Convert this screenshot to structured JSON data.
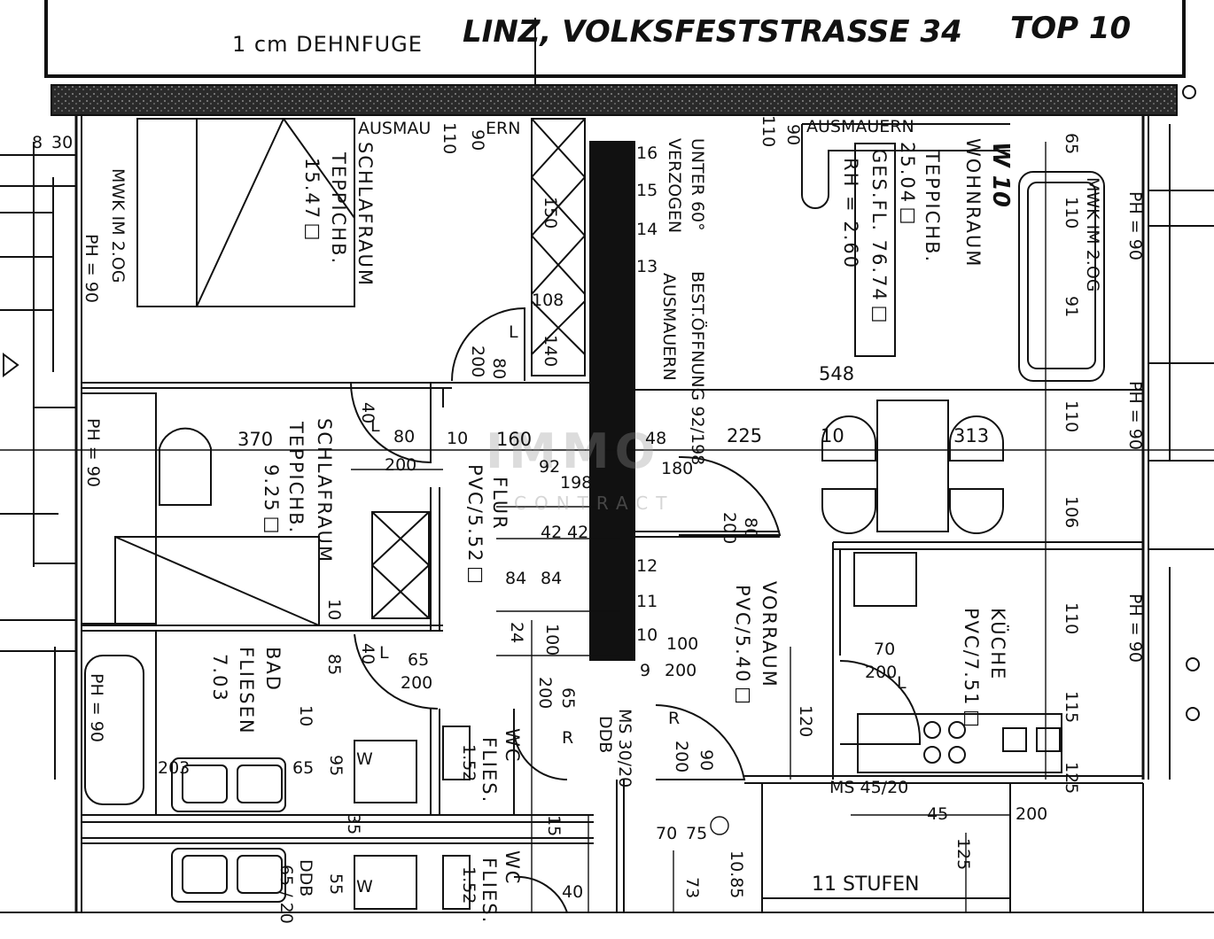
{
  "header": {
    "joint_label": "1 cm DEHNFUGE",
    "address": "LINZ, VOLKSFESTSTRASSE 34",
    "unit": "TOP 10"
  },
  "watermark": {
    "main": "IMMO",
    "sub": "CONTRACT"
  },
  "rooms": {
    "bedroom_large": {
      "name": "SCHLAFRAUM",
      "floor": "TEPPICHB.",
      "area": "15.47□"
    },
    "bedroom_small": {
      "name": "SCHLAFRAUM",
      "floor": "TEPPICHB.",
      "area": "9.25□"
    },
    "living": {
      "name": "WOHNRAUM",
      "floor": "TEPPICHB.",
      "area": "25.04□",
      "total": "GES.FL. 76.74□",
      "room_height": "RH = 2.60"
    },
    "hall": {
      "name": "FLUR",
      "floor": "PVC/5.52□"
    },
    "anteroom": {
      "name": "VORRAUM",
      "floor": "PVC/5.40□"
    },
    "kitchen": {
      "name": "KÜCHE",
      "floor": "PVC/7.51□"
    },
    "bath": {
      "name": "BAD",
      "floor": "FLIESEN",
      "area": "7.03"
    },
    "wc": {
      "name": "WC",
      "floor": "FLIES.",
      "area": "1.52"
    },
    "wc_lower": {
      "name": "WC",
      "floor": "FLIES.",
      "area": "1.52"
    }
  },
  "notes": {
    "wall_out_1": "AUSMAU",
    "wall_out_1b": "ERN",
    "wall_out_2": "AUSMAUERN",
    "wall_out_3": "AUSMAUERN",
    "w10": "W 10",
    "stair_note_1": "UNTER 60°",
    "stair_note_2": "VERZOGEN",
    "opening": "BEST.ÖFFNUNG 92/198",
    "mwk_left": "MWK IM 2.OG",
    "mwk_right": "MWK IM 2.OG",
    "ph_left": "PH = 90",
    "ph_left2": "PH = 90",
    "ph_r1": "PH = 90",
    "ph_r2": "PH = 90",
    "ph_r3": "PH = 90",
    "ph_bath": "PH = 90",
    "ms45": "MS 45/20",
    "ms30": "MS 30/20",
    "ddb": "DDB",
    "ddb2": "DDB",
    "stairs": "11 STUFEN",
    "w_label": "W",
    "w_label2": "W",
    "r_label": "R",
    "r_label2": "R",
    "l1": "L",
    "l2": "L",
    "l3": "L",
    "l4": "L",
    "level": "10.85"
  },
  "dims": {
    "d830": "8",
    "d30": "30",
    "d110a": "110",
    "d90a": "90",
    "d110b": "110",
    "d90b": "90",
    "d65": "65",
    "d110c": "110",
    "d91": "91",
    "d548": "548",
    "d370": "370",
    "d225": "225",
    "d10a": "10",
    "d313": "313",
    "d110d": "110",
    "d106": "106",
    "d80a": "80",
    "d10b": "10",
    "d160": "160",
    "d48": "48",
    "d200a": "200",
    "d92": "92",
    "d198": "198",
    "d180": "180",
    "d200b": "200",
    "d80b": "80",
    "d200c": "200",
    "d80c": "80",
    "d150": "150",
    "d108": "108",
    "d140": "140",
    "d70": "70",
    "d200d": "200",
    "d65b": "65",
    "d200e": "200",
    "d10c": "10",
    "d85": "85",
    "d10d": "10",
    "d100": "100",
    "d200f": "200",
    "d120": "120",
    "d203": "203",
    "d65c": "65",
    "d95": "95",
    "d35": "35",
    "d55": "55",
    "d200g": "200",
    "d90c": "90",
    "d70b": "70",
    "d75": "75",
    "d73": "73",
    "d45": "45",
    "d200h": "200",
    "d125": "125",
    "d125b": "125",
    "d110e": "110",
    "d115": "115",
    "d40a": "40",
    "d40b": "40",
    "d42a": "42",
    "d42b": "42",
    "d84a": "84",
    "d84b": "84",
    "d24": "24",
    "d100b": "100",
    "d200i": "200",
    "d65d": "65",
    "d15": "15",
    "d40c": "40",
    "d65e": "65 / 20",
    "s16": "16",
    "s15": "15",
    "s14": "14",
    "s13": "13",
    "s12": "12",
    "s11": "11",
    "s10": "10",
    "s9": "9"
  }
}
